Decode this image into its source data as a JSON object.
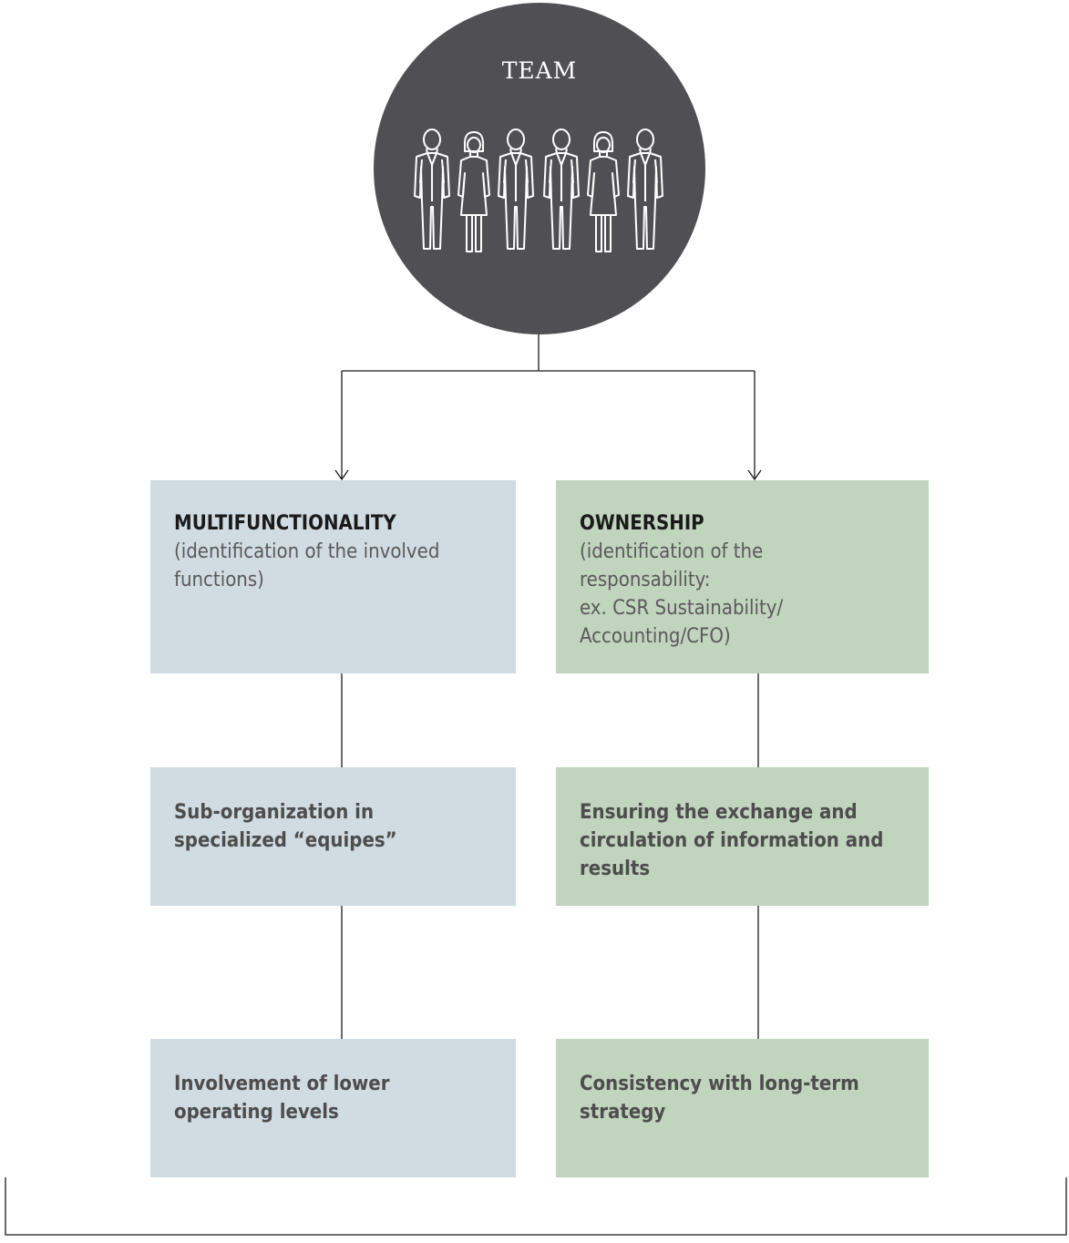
{
  "team": {
    "label": "TEAM",
    "icon": "team-people-icon",
    "circle_color": "#505054"
  },
  "colors": {
    "left_boxes": "#d1dbe2",
    "right_boxes": "#c1d4be",
    "connector": "#1a1a1a"
  },
  "left_column": {
    "box1": {
      "heading": "MULTIFUNCTIONALITY",
      "body": "(identification of the involved functions)"
    },
    "box2": {
      "text": "Sub-organization in specialized “equipes”"
    },
    "box3": {
      "text": "Involvement of lower operating levels"
    }
  },
  "right_column": {
    "box1": {
      "heading": "OWNERSHIP",
      "body_line1": "(identification of the",
      "body_line2": "responsability:",
      "body_line3": "ex. CSR Sustainability/",
      "body_line4": "Accounting/CFO)"
    },
    "box2": {
      "text": "Ensuring the exchange and circulation of information and results"
    },
    "box3": {
      "text": "Consistency with long-term strategy"
    }
  }
}
